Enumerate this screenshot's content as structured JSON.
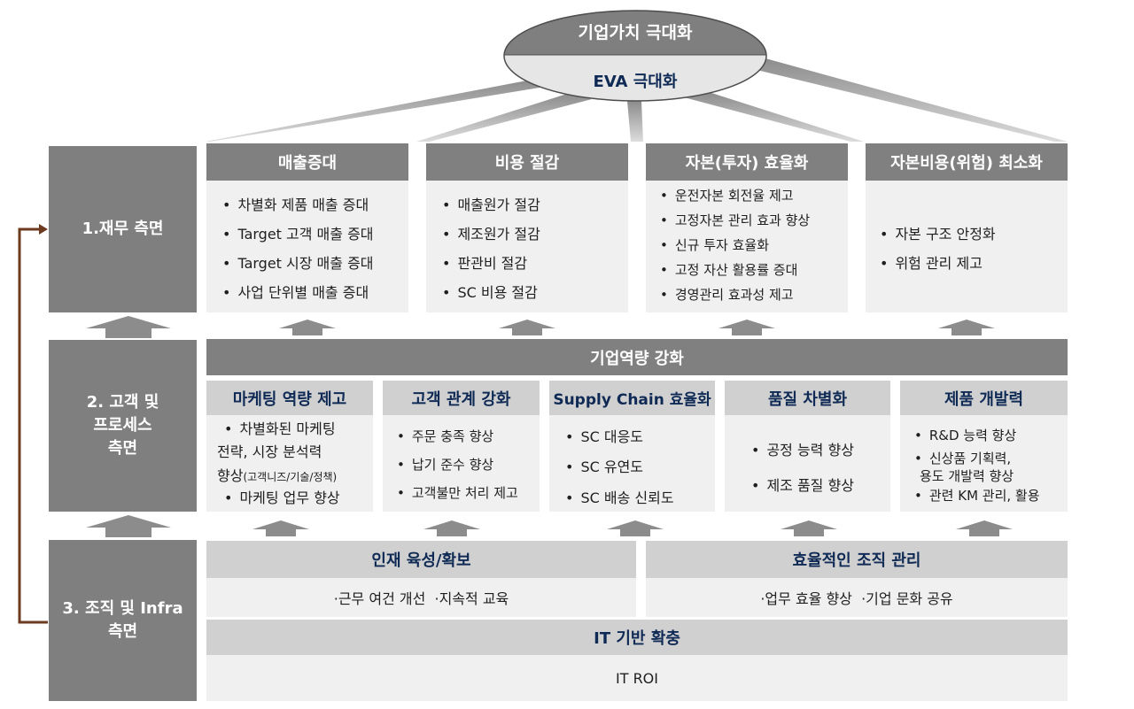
{
  "top": {
    "title": "기업가치 극대화",
    "subtitle": "EVA 극대화"
  },
  "colors": {
    "dark_gray": "#7f7f7f",
    "light_gray": "#d0d0d0",
    "panel": "#f0f0f0",
    "navy_text": "#0f2a55",
    "feedback_arrow": "#6b3a1f"
  },
  "perspectives": [
    {
      "lines": [
        "1.재무 측면"
      ]
    },
    {
      "lines": [
        "2. 고객 및",
        "프로세스",
        "측면"
      ]
    },
    {
      "lines": [
        "3. 조직 및 Infra",
        "측면"
      ]
    }
  ],
  "financial": [
    {
      "title": "매출증대",
      "items": [
        "차별화 제품 매출 증대",
        "Target 고객 매출 증대",
        "Target 시장 매출 증대",
        "사업 단위별 매출 증대"
      ]
    },
    {
      "title": "비용 절감",
      "items": [
        "매출원가 절감",
        "제조원가 절감",
        "판관비 절감",
        "SC 비용 절감"
      ]
    },
    {
      "title": "자본(투자) 효율화",
      "items": [
        "운전자본 회전율 제고",
        "고정자본 관리 효과 향상",
        "신규 투자 효율화",
        "고정 자산 활용률 증대",
        "경영관리 효과성 제고"
      ]
    },
    {
      "title": "자본비용(위험) 최소화",
      "items": [
        "자본 구조 안정화",
        "위험 관리 제고"
      ]
    }
  ],
  "capability": {
    "title": "기업역량 강화",
    "columns": [
      {
        "title": "마케팅 역량 제고",
        "items": [
          "차별화된 마케팅",
          "전략, 시장 분석력",
          "향상",
          "(고객니즈/기술/정책)",
          "마케팅 업무 향상"
        ]
      },
      {
        "title": "고객 관계 강화",
        "items": [
          "주문 충족 향상",
          "납기 준수 향상",
          "고객불만 처리 제고"
        ]
      },
      {
        "title": "Supply Chain 효율화",
        "items": [
          "SC 대응도",
          "SC 유연도",
          "SC 배송 신뢰도"
        ]
      },
      {
        "title": "품질 차별화",
        "items": [
          "공정 능력 향상",
          "제조 품질 향상"
        ]
      },
      {
        "title": "제품 개발력",
        "items": [
          "R&D 능력 향상",
          "신상품 기획력,",
          "용도 개발력 향상",
          "관련 KM 관리, 활용"
        ]
      }
    ]
  },
  "organization": {
    "left": {
      "title": "인재 육성/확보",
      "detail": "·근무 여건 개선  ·지속적 교육"
    },
    "right": {
      "title": "효율적인 조직 관리",
      "detail": "·업무 효율 향상  ·기업 문화 공유"
    },
    "it": {
      "title": "IT 기반 확충",
      "detail": "IT ROI"
    }
  },
  "bullet": "•"
}
